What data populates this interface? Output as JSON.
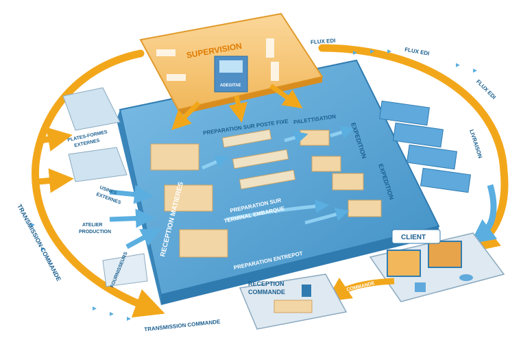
{
  "zones": {
    "supervision": "SUPERVISION",
    "server_logo": "ADEGITAE",
    "prep_poste_fixe": "PREPARATION SUR POSTE FIXE",
    "palettisation": "PALETTISATION",
    "expedition_1": "EXPEDITION",
    "expedition_2": "EXPEDITION",
    "reception_matieres": "RECEPTION MATIERES",
    "prep_terminal_1": "PREPARATION SUR",
    "prep_terminal_2": "TERMINAL EMBARQUE",
    "prep_entrepot": "PREPARATION ENTREPOT",
    "client": "CLIENT",
    "reception_commande_1": "RECEPTION",
    "reception_commande_2": "COMMANDE"
  },
  "sources": {
    "plates_formes_1": "PLATES-FORMES",
    "plates_formes_2": "EXTERNES",
    "usines_1": "USINES",
    "usines_2": "EXTERNES",
    "atelier_1": "ATELIER",
    "atelier_2": "PRODUCTION",
    "fournisseurs": "FOURNISSEURS"
  },
  "flows": {
    "flux_edi_1": "FLUX EDI",
    "flux_edi_2": "FLUX EDI",
    "flux_edi_3": "FLUX EDI",
    "livraison": "LIVRAISON",
    "commande": "COMMANDE",
    "transmission_left": "TRANSMISSION COMMANDE",
    "transmission_bottom": "TRANSMISSION COMMANDE"
  },
  "colors": {
    "floor": "#4f9fd1",
    "floor_light": "#8cc3e6",
    "arrow_orange": "#f2a71b",
    "arrow_blue": "#5aaee0",
    "supervision": "#f6c77a",
    "box": "#f2d6a5",
    "truck": "#5fa9dc"
  }
}
